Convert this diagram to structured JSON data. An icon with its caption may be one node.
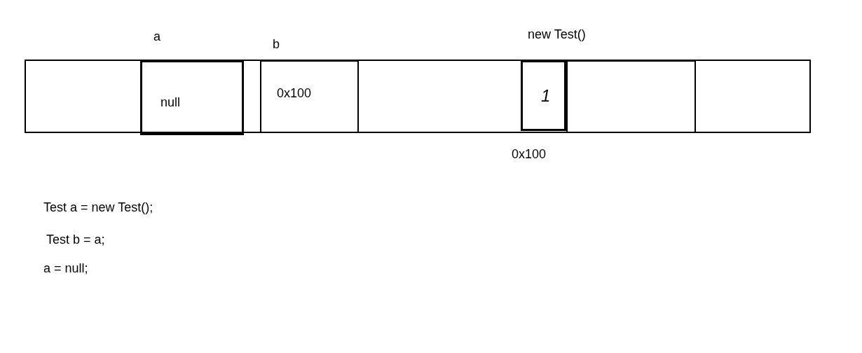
{
  "diagram": {
    "nodes": [
      {
        "text": [],
        "shape": "box"
      },
      {
        "text": [
          "a",
          "null"
        ],
        "in": 0
      },
      {
        "text": [
          "b",
          "0x100"
        ],
        "in": 0
      },
      {
        "text": [
          "1"
        ],
        "in": 0
      },
      {
        "text": [],
        "shape": "box",
        "in": 0
      }
    ],
    "labels": [
      "new Test()",
      "0x100",
      "Test a = new Test();",
      "Test b = a;",
      "a = null;"
    ]
  }
}
